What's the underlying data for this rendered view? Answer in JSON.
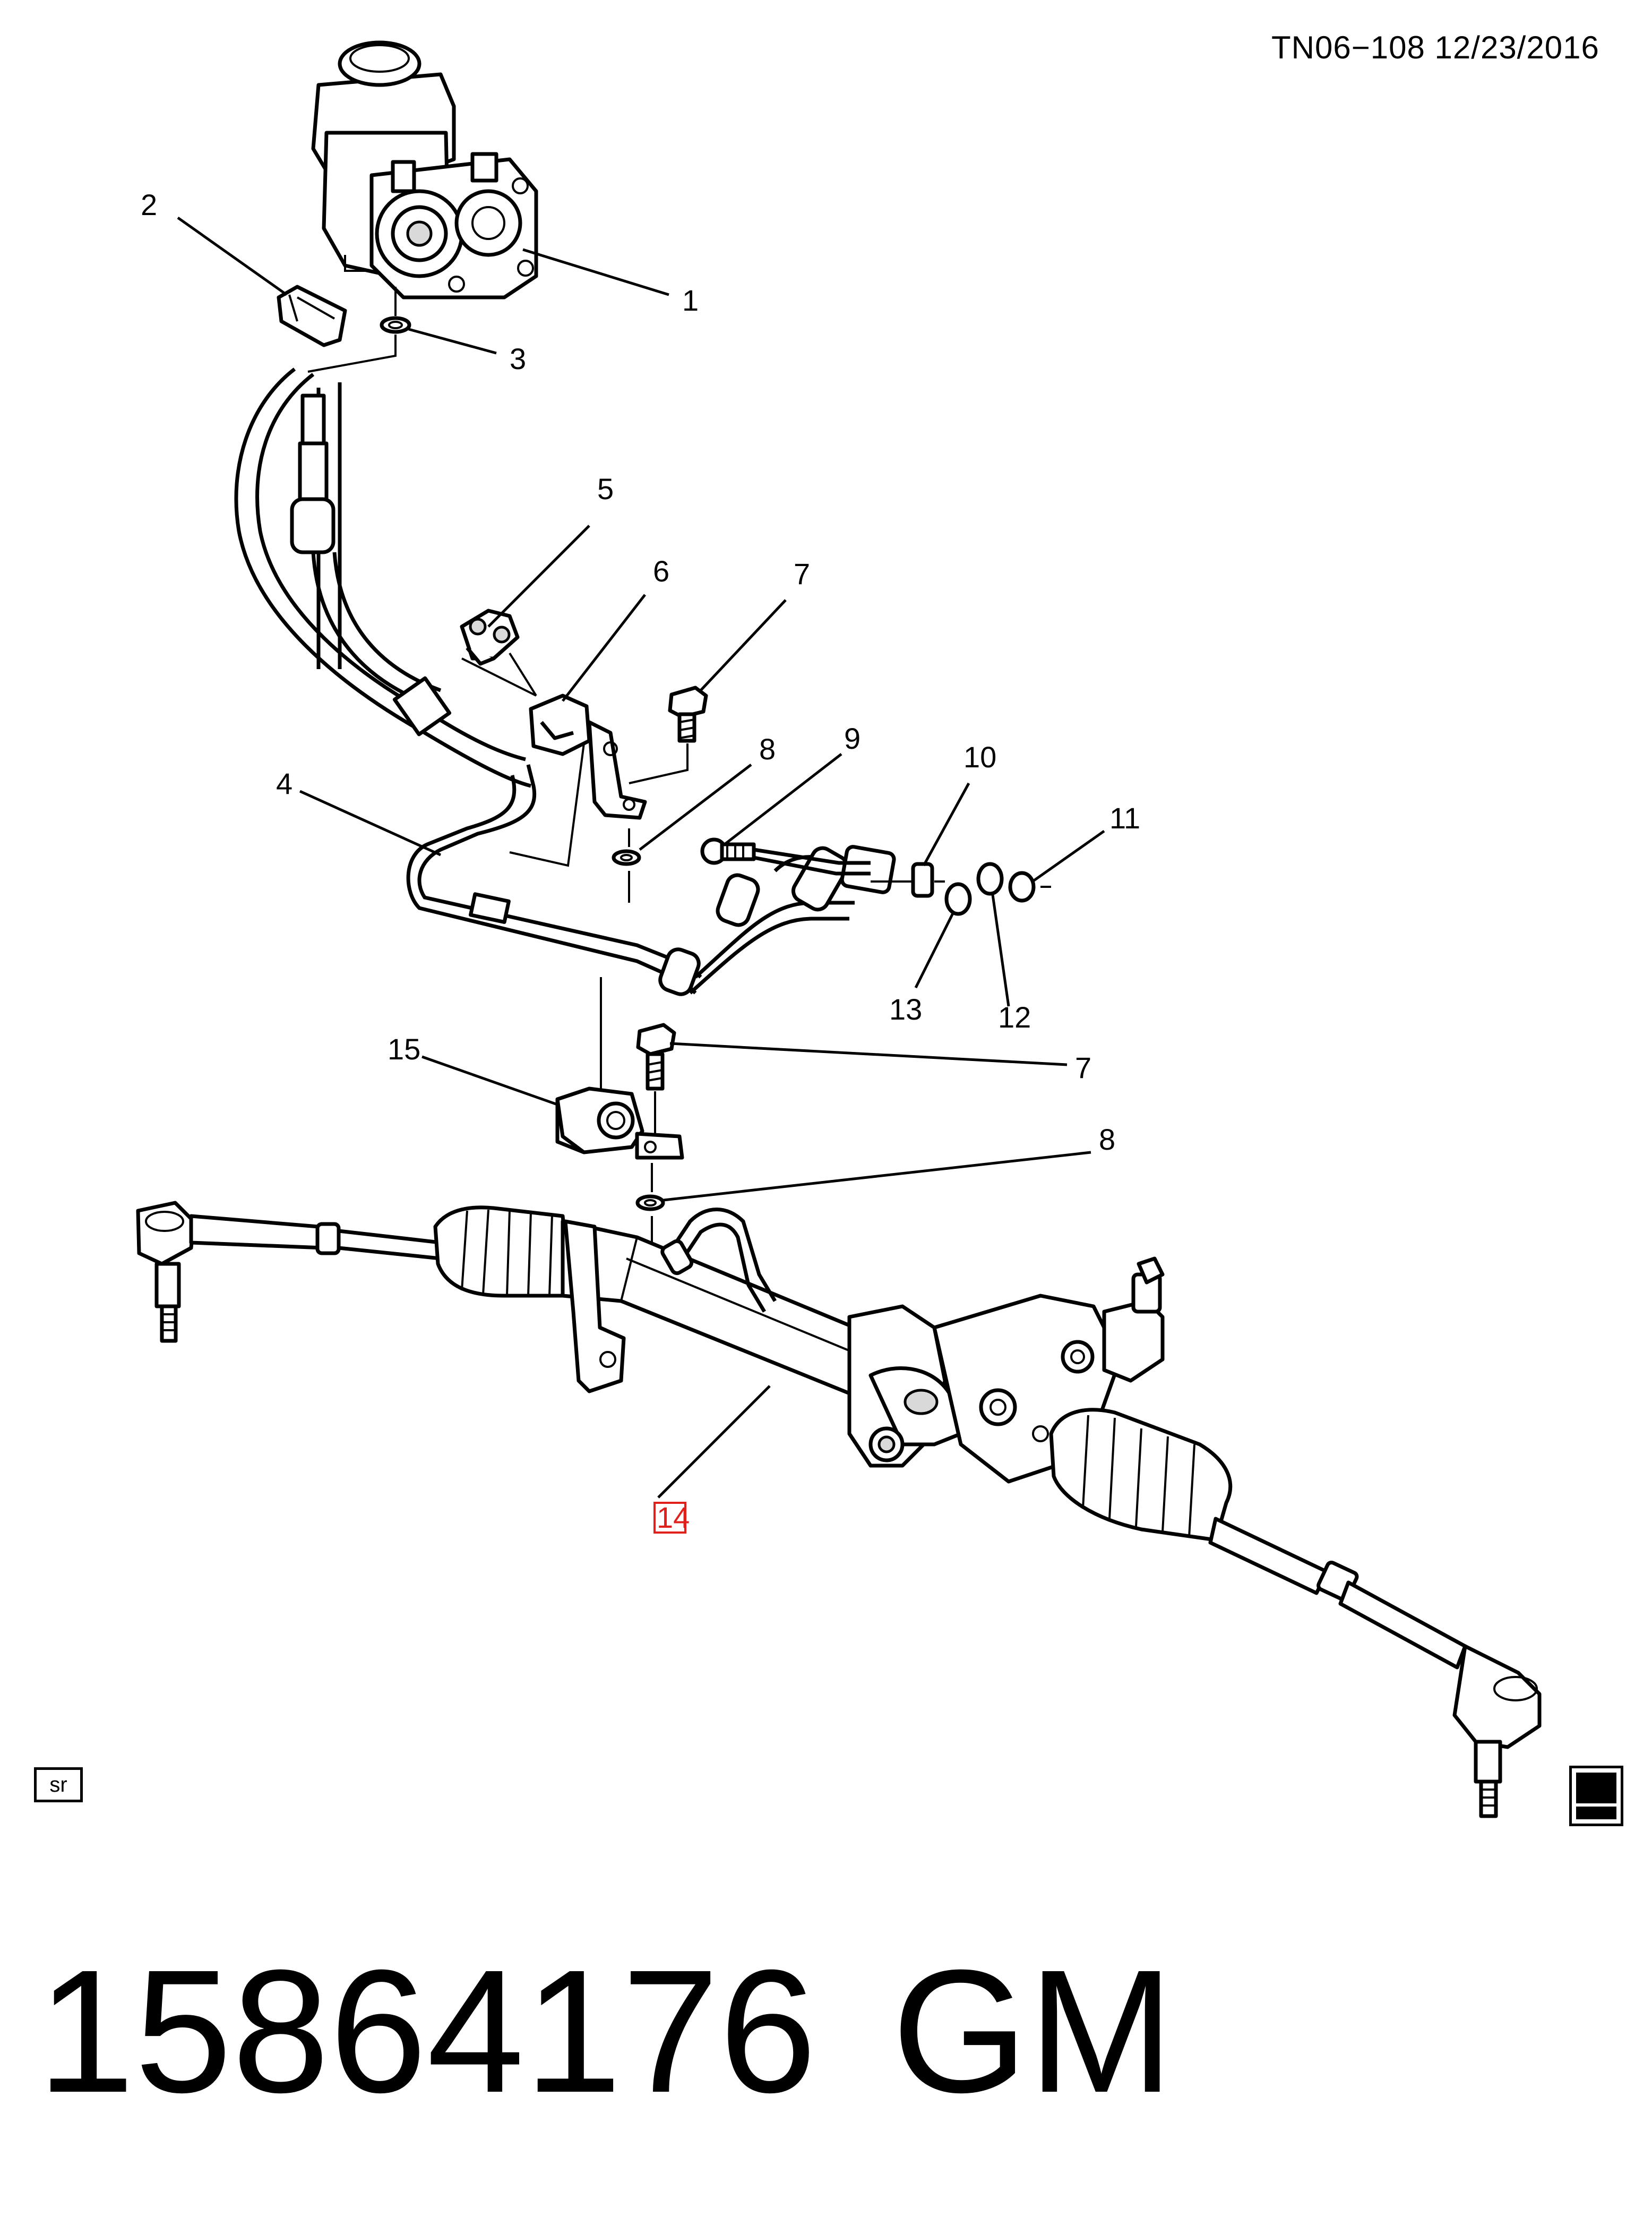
{
  "header": {
    "doc_code": "TN06−108  12/23/2016"
  },
  "callouts": [
    {
      "id": "1",
      "text": "1"
    },
    {
      "id": "2",
      "text": "2"
    },
    {
      "id": "3",
      "text": "3"
    },
    {
      "id": "4",
      "text": "4"
    },
    {
      "id": "5",
      "text": "5"
    },
    {
      "id": "6",
      "text": "6"
    },
    {
      "id": "7a",
      "text": "7"
    },
    {
      "id": "7b",
      "text": "7"
    },
    {
      "id": "8a",
      "text": "8"
    },
    {
      "id": "8b",
      "text": "8"
    },
    {
      "id": "9",
      "text": "9"
    },
    {
      "id": "10",
      "text": "10"
    },
    {
      "id": "11",
      "text": "11"
    },
    {
      "id": "12",
      "text": "12"
    },
    {
      "id": "13",
      "text": "13"
    },
    {
      "id": "14",
      "text": "14",
      "highlight_color": "#e0201b"
    },
    {
      "id": "15",
      "text": "15"
    }
  ],
  "badges": {
    "sr": "sr",
    "logo_icon": "gm-cca-logo-icon"
  },
  "footer": {
    "part_number": "15864176",
    "brand": "GM"
  }
}
